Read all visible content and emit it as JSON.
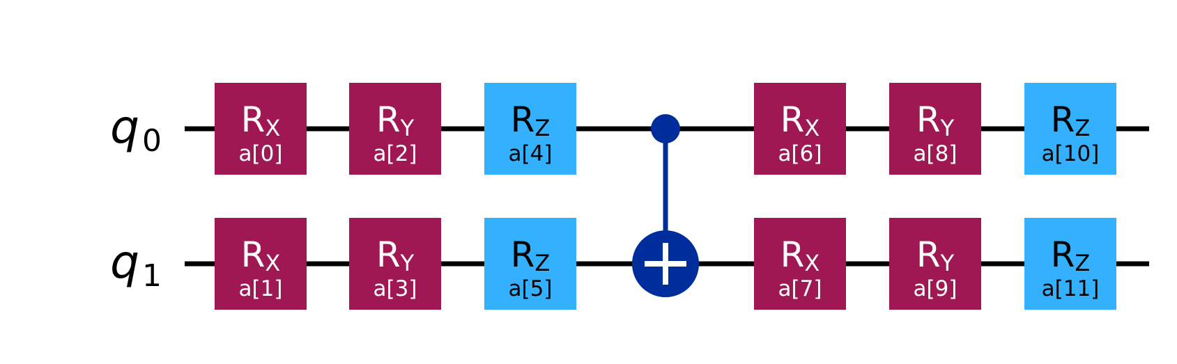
{
  "qubits": [
    {
      "name": "q",
      "index": "0"
    },
    {
      "name": "q",
      "index": "1"
    }
  ],
  "gates": [
    {
      "id": "rx-q0-1",
      "base": "R",
      "sub": "X",
      "param": "a[0]",
      "qubit": 0,
      "column": 0,
      "color": "#9F1853",
      "text_color": "#FFFFFF"
    },
    {
      "id": "rx-q1-1",
      "base": "R",
      "sub": "X",
      "param": "a[1]",
      "qubit": 1,
      "column": 0,
      "color": "#9F1853",
      "text_color": "#FFFFFF"
    },
    {
      "id": "ry-q0-1",
      "base": "R",
      "sub": "Y",
      "param": "a[2]",
      "qubit": 0,
      "column": 1,
      "color": "#9F1853",
      "text_color": "#FFFFFF"
    },
    {
      "id": "ry-q1-1",
      "base": "R",
      "sub": "Y",
      "param": "a[3]",
      "qubit": 1,
      "column": 1,
      "color": "#9F1853",
      "text_color": "#FFFFFF"
    },
    {
      "id": "rz-q0-1",
      "base": "R",
      "sub": "Z",
      "param": "a[4]",
      "qubit": 0,
      "column": 2,
      "color": "#33B1FF",
      "text_color": "#000000"
    },
    {
      "id": "rz-q1-1",
      "base": "R",
      "sub": "Z",
      "param": "a[5]",
      "qubit": 1,
      "column": 2,
      "color": "#33B1FF",
      "text_color": "#000000"
    },
    {
      "id": "rx-q0-2",
      "base": "R",
      "sub": "X",
      "param": "a[6]",
      "qubit": 0,
      "column": 4,
      "color": "#9F1853",
      "text_color": "#FFFFFF"
    },
    {
      "id": "rx-q1-2",
      "base": "R",
      "sub": "X",
      "param": "a[7]",
      "qubit": 1,
      "column": 4,
      "color": "#9F1853",
      "text_color": "#FFFFFF"
    },
    {
      "id": "ry-q0-2",
      "base": "R",
      "sub": "Y",
      "param": "a[8]",
      "qubit": 0,
      "column": 5,
      "color": "#9F1853",
      "text_color": "#FFFFFF"
    },
    {
      "id": "ry-q1-2",
      "base": "R",
      "sub": "Y",
      "param": "a[9]",
      "qubit": 1,
      "column": 5,
      "color": "#9F1853",
      "text_color": "#FFFFFF"
    },
    {
      "id": "rz-q0-2",
      "base": "R",
      "sub": "Z",
      "param": "a[10]",
      "qubit": 0,
      "column": 6,
      "color": "#33B1FF",
      "text_color": "#000000"
    },
    {
      "id": "rz-q1-2",
      "base": "R",
      "sub": "Z",
      "param": "a[11]",
      "qubit": 1,
      "column": 6,
      "color": "#33B1FF",
      "text_color": "#000000"
    }
  ],
  "cnot": {
    "control": 0,
    "target": 1,
    "column": 3,
    "color": "#002D9C"
  }
}
